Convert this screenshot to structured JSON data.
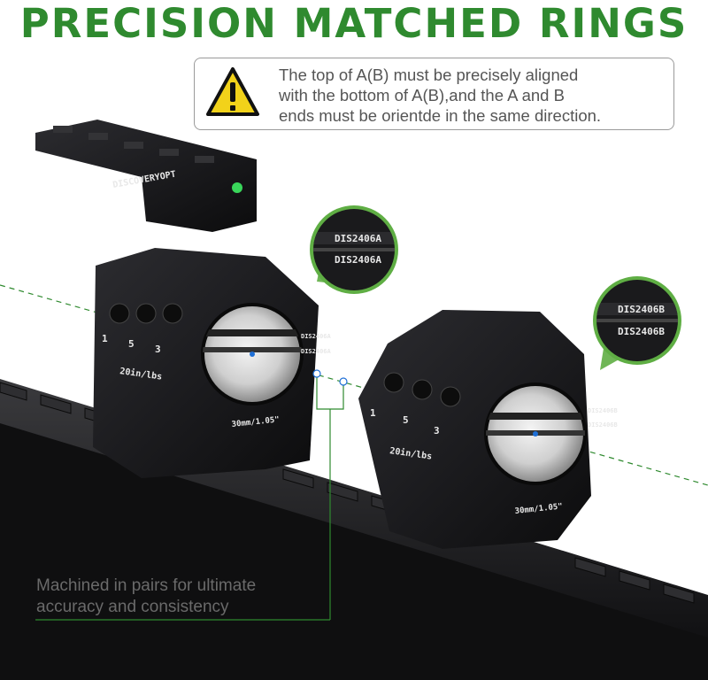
{
  "title": "PRECISION MATCHED RINGS",
  "warning": {
    "icon": "warning-triangle-icon",
    "lines": [
      "The top of A(B) must be precisely aligned",
      "with the bottom of A(B),and the A and B",
      "ends must be orientde in the same direction."
    ]
  },
  "note": {
    "lines": [
      "Machined in pairs for ultimate",
      "accuracy and consistency"
    ]
  },
  "product": {
    "brand": "DISCOVERYOPT",
    "ring_a": {
      "code_top": "DIS2406A",
      "code_bottom": "DIS2406A",
      "torque": "20in/lbs",
      "size": "30mm/1.05\"",
      "screw_numbers": [
        "1",
        "5",
        "3"
      ]
    },
    "ring_b": {
      "code_top": "DIS2406B",
      "code_bottom": "DIS2406B",
      "torque": "20in/lbs",
      "size": "30mm/1.05\"",
      "screw_numbers": [
        "1",
        "5",
        "3"
      ]
    }
  },
  "colors": {
    "accent_green": "#2f8a2f",
    "callout_green": "#5fae44",
    "metal_dark": "#1b1b1d",
    "warning_yellow": "#f2d21a"
  }
}
